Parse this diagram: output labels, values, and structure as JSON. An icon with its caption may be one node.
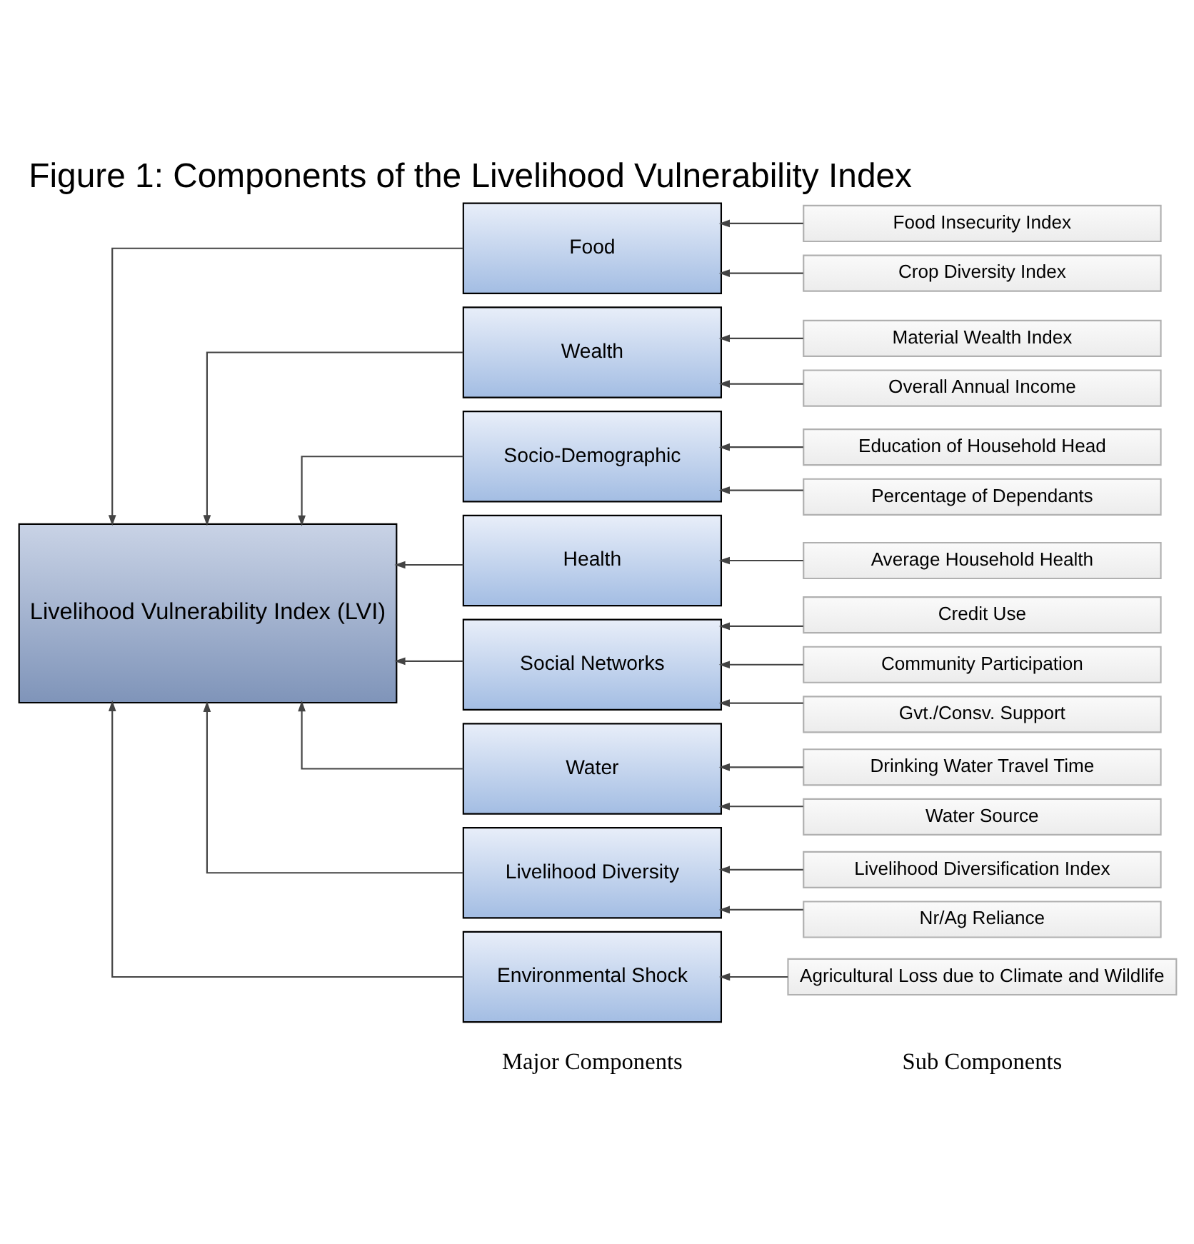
{
  "diagram": {
    "title": "Figure 1: Components of the Livelihood Vulnerability Index",
    "nodes": [
      {
        "text": [
          "Livelihood Vulnerability Index (LVI)"
        ]
      },
      {
        "text": [
          "Food"
        ]
      },
      {
        "text": [
          "Wealth"
        ]
      },
      {
        "text": [
          "Socio-Demographic"
        ]
      },
      {
        "text": [
          "Health"
        ]
      },
      {
        "text": [
          "Social Networks"
        ]
      },
      {
        "text": [
          "Water"
        ]
      },
      {
        "text": [
          "Livelihood Diversity"
        ]
      },
      {
        "text": [
          "Environmental Shock"
        ]
      },
      {
        "text": [
          "Food Insecurity Index"
        ]
      },
      {
        "text": [
          "Crop Diversity Index"
        ]
      },
      {
        "text": [
          "Material Wealth Index"
        ]
      },
      {
        "text": [
          "Overall Annual Income"
        ]
      },
      {
        "text": [
          "Education of Household Head"
        ]
      },
      {
        "text": [
          "Percentage of Dependants"
        ]
      },
      {
        "text": [
          "Average Household Health"
        ]
      },
      {
        "text": [
          "Credit Use"
        ]
      },
      {
        "text": [
          "Community Participation"
        ]
      },
      {
        "text": [
          "Gvt./Consv. Support"
        ]
      },
      {
        "text": [
          "Drinking Water Travel Time"
        ]
      },
      {
        "text": [
          "Water Source"
        ]
      },
      {
        "text": [
          "Livelihood Diversification Index"
        ]
      },
      {
        "text": [
          "Nr/Ag Reliance"
        ]
      },
      {
        "text": [
          "Agricultural Loss due to Climate and Wildlife"
        ]
      }
    ],
    "edges": [
      {
        "from": 1,
        "to": 0,
        "arrow": "to"
      },
      {
        "from": 2,
        "to": 0,
        "arrow": "to"
      },
      {
        "from": 3,
        "to": 0,
        "arrow": "to"
      },
      {
        "from": 4,
        "to": 0,
        "arrow": "to"
      },
      {
        "from": 5,
        "to": 0,
        "arrow": "to"
      },
      {
        "from": 6,
        "to": 0,
        "arrow": "to"
      },
      {
        "from": 7,
        "to": 0,
        "arrow": "to"
      },
      {
        "from": 8,
        "to": 0,
        "arrow": "to"
      },
      {
        "from": 9,
        "to": 1,
        "arrow": "to"
      },
      {
        "from": 10,
        "to": 1,
        "arrow": "to"
      },
      {
        "from": 11,
        "to": 2,
        "arrow": "to"
      },
      {
        "from": 12,
        "to": 2,
        "arrow": "to"
      },
      {
        "from": 13,
        "to": 3,
        "arrow": "to"
      },
      {
        "from": 14,
        "to": 3,
        "arrow": "to"
      },
      {
        "from": 15,
        "to": 4,
        "arrow": "to"
      },
      {
        "from": 16,
        "to": 5,
        "arrow": "to"
      },
      {
        "from": 17,
        "to": 5,
        "arrow": "to"
      },
      {
        "from": 18,
        "to": 5,
        "arrow": "to"
      },
      {
        "from": 19,
        "to": 6,
        "arrow": "to"
      },
      {
        "from": 20,
        "to": 6,
        "arrow": "to"
      },
      {
        "from": 21,
        "to": 7,
        "arrow": "to"
      },
      {
        "from": 22,
        "to": 7,
        "arrow": "to"
      },
      {
        "from": 23,
        "to": 8,
        "arrow": "to"
      }
    ],
    "labels": [
      "Major Components",
      "Sub Components"
    ]
  }
}
